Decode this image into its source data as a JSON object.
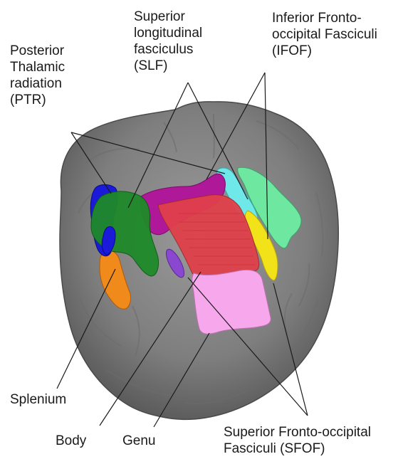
{
  "labels": {
    "ptr": "Posterior\nThalamic\nradiation\n(PTR)",
    "slf": "Superior\nlongitudinal\nfasciculus\n(SLF)",
    "ifof": "Inferior Fronto-\noccipital Fasciculi\n(IFOF)",
    "splenium": "Splenium",
    "body": "Body",
    "genu": "Genu",
    "sfof": "Superior Fronto-occipital\nFasciculi (SFOF)"
  },
  "colors": {
    "brain": "#808080",
    "ptr": "#1a1ad8",
    "slf": "#1f8a2a",
    "ifof": "#f2e21a",
    "sfof": "#6ee8e8",
    "splenium": "#f08a1a",
    "body": "#e0404a",
    "genu": "#f7a8ec",
    "purple_tract": "#b0189a",
    "small_violet": "#8a48d0",
    "right_green": "#6ee8a0"
  }
}
